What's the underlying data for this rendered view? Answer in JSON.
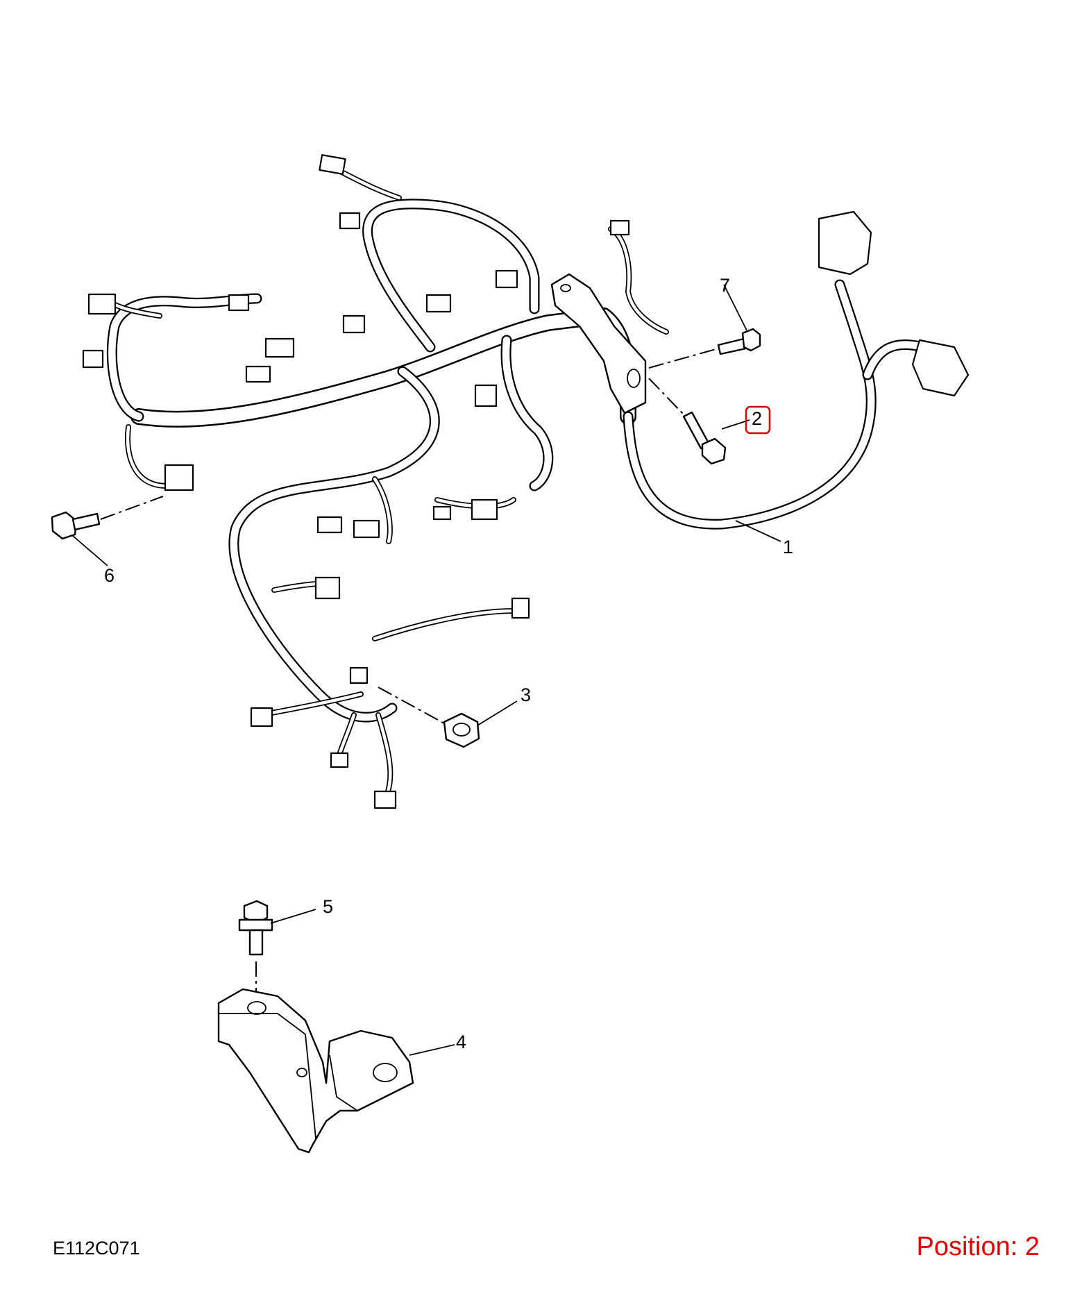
{
  "diagram": {
    "callouts": [
      {
        "id": "1",
        "label": "1"
      },
      {
        "id": "2",
        "label": "2",
        "highlighted": true
      },
      {
        "id": "3",
        "label": "3"
      },
      {
        "id": "4",
        "label": "4"
      },
      {
        "id": "5",
        "label": "5"
      },
      {
        "id": "6",
        "label": "6"
      },
      {
        "id": "7",
        "label": "7"
      }
    ],
    "highlight_color": "#e00000",
    "line_color": "#000000",
    "background": "#ffffff"
  },
  "footer": {
    "illustration_code": "E112C071",
    "position_text": "Position: 2"
  }
}
